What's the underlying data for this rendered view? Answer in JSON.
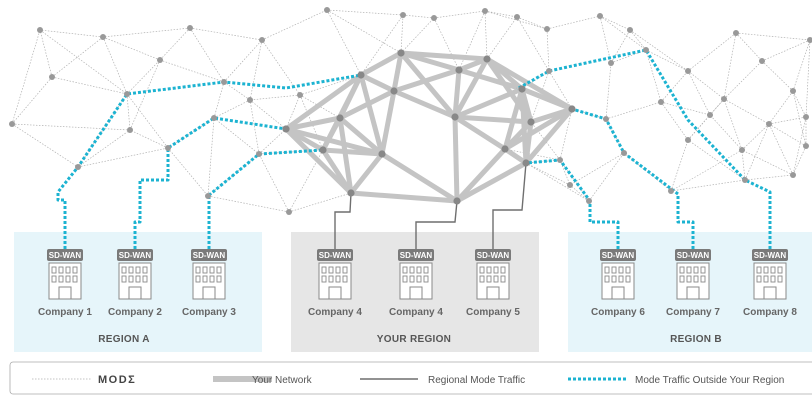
{
  "colors": {
    "region_bg": "#e6f5fa",
    "your_region_bg": "#e6e6e6",
    "node": "#999999",
    "mode_backbone": "#c4c4c4",
    "regional": "#6f6f6f",
    "outside": "#1cb3d1",
    "mesh": "#b0b0b0",
    "sdwan_badge": "#7a7a7a"
  },
  "regions": [
    {
      "label": "REGION A"
    },
    {
      "label": "YOUR REGION"
    },
    {
      "label": "REGION B"
    }
  ],
  "companies": [
    {
      "name": "Company 1",
      "badge": "SD-WAN",
      "icon": "building-icon"
    },
    {
      "name": "Company 2",
      "badge": "SD-WAN",
      "icon": "building-icon"
    },
    {
      "name": "Company 3",
      "badge": "SD-WAN",
      "icon": "building-icon"
    },
    {
      "name": "Company 4",
      "badge": "SD-WAN",
      "icon": "building-icon"
    },
    {
      "name": "Company 4",
      "badge": "SD-WAN",
      "icon": "building-icon"
    },
    {
      "name": "Company 5",
      "badge": "SD-WAN",
      "icon": "building-icon"
    },
    {
      "name": "Company 6",
      "badge": "SD-WAN",
      "icon": "building-icon"
    },
    {
      "name": "Company 7",
      "badge": "SD-WAN",
      "icon": "building-icon"
    },
    {
      "name": "Company 8",
      "badge": "SD-WAN",
      "icon": "building-icon"
    }
  ],
  "legend": {
    "logo": "MODΣ",
    "your_network": "Your Network",
    "regional": "Regional Mode Traffic",
    "outside": "Mode Traffic Outside Your Region"
  }
}
